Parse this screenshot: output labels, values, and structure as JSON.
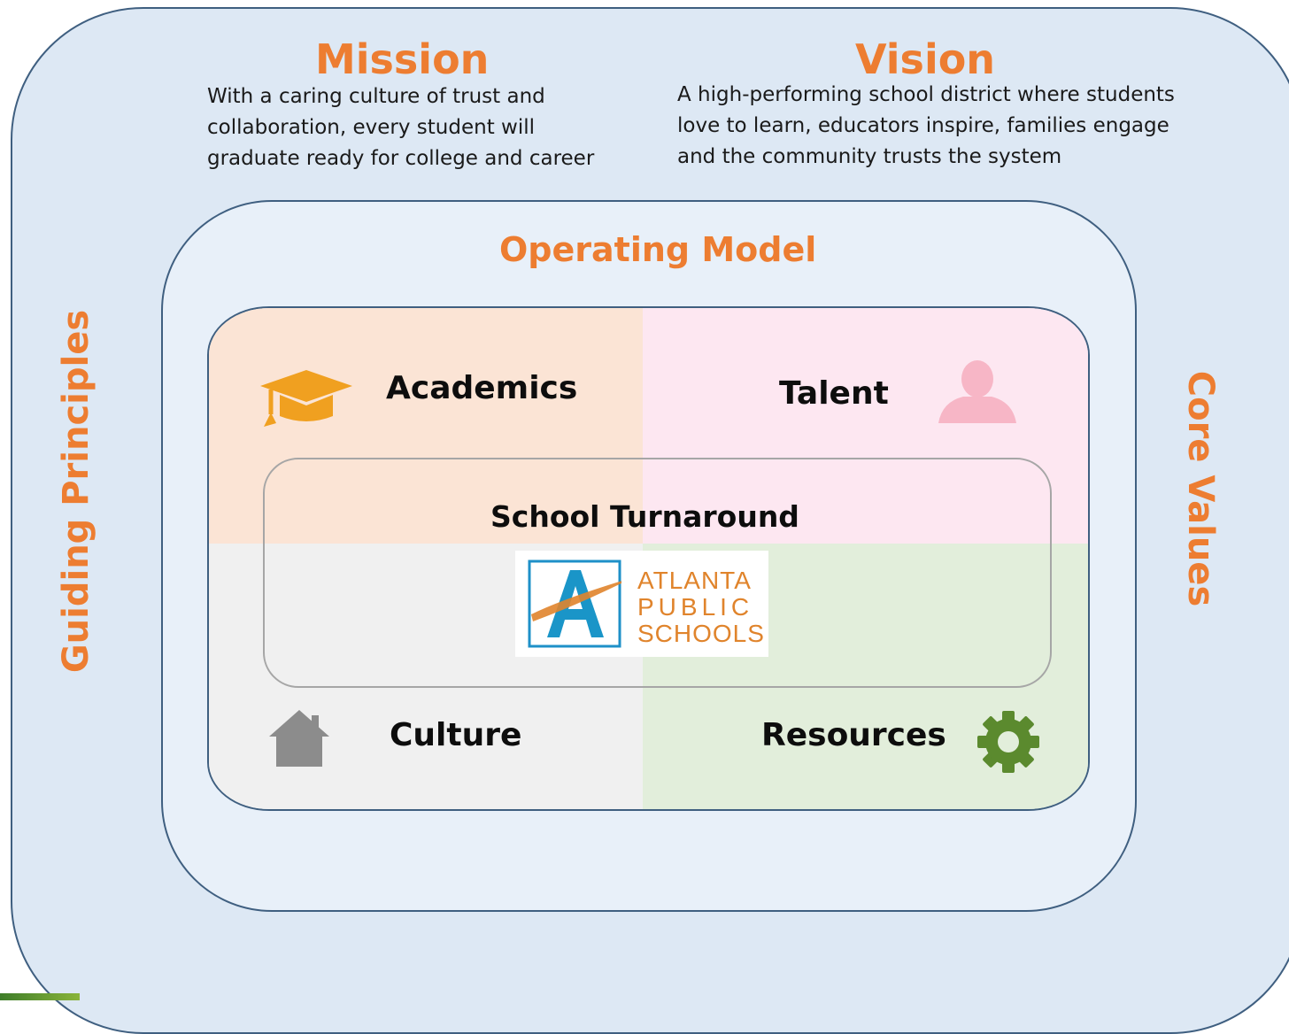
{
  "mission": {
    "title": "Mission",
    "lines": [
      "With a caring culture of trust and",
      "collaboration, every student will",
      "graduate ready for college and career"
    ]
  },
  "vision": {
    "title": "Vision",
    "lines": [
      "A high-performing school district where students",
      "love to learn, educators inspire, families engage",
      "and the community trusts the system"
    ]
  },
  "operating_model": {
    "title": "Operating Model"
  },
  "side_labels": {
    "left": "Guiding Principles",
    "right": "Core Values"
  },
  "quadrants": {
    "academics": {
      "label": "Academics",
      "icon": "graduation-cap-icon",
      "color": "#fbe4d5"
    },
    "talent": {
      "label": "Talent",
      "icon": "person-icon",
      "color": "#fde7f1"
    },
    "culture": {
      "label": "Culture",
      "icon": "house-icon",
      "color": "#f0f0f0"
    },
    "resources": {
      "label": "Resources",
      "icon": "gear-icon",
      "color": "#e2eedb"
    }
  },
  "center": {
    "label": "School Turnaround"
  },
  "logo": {
    "letter": "A",
    "lines": [
      "ATLANTA",
      "PUBLIC",
      "SCHOOLS"
    ]
  },
  "colors": {
    "accent": "#ed7d31",
    "border": "#3f5f80",
    "outer_fill": "#dde8f4",
    "inner_fill": "#e8f0f9"
  }
}
